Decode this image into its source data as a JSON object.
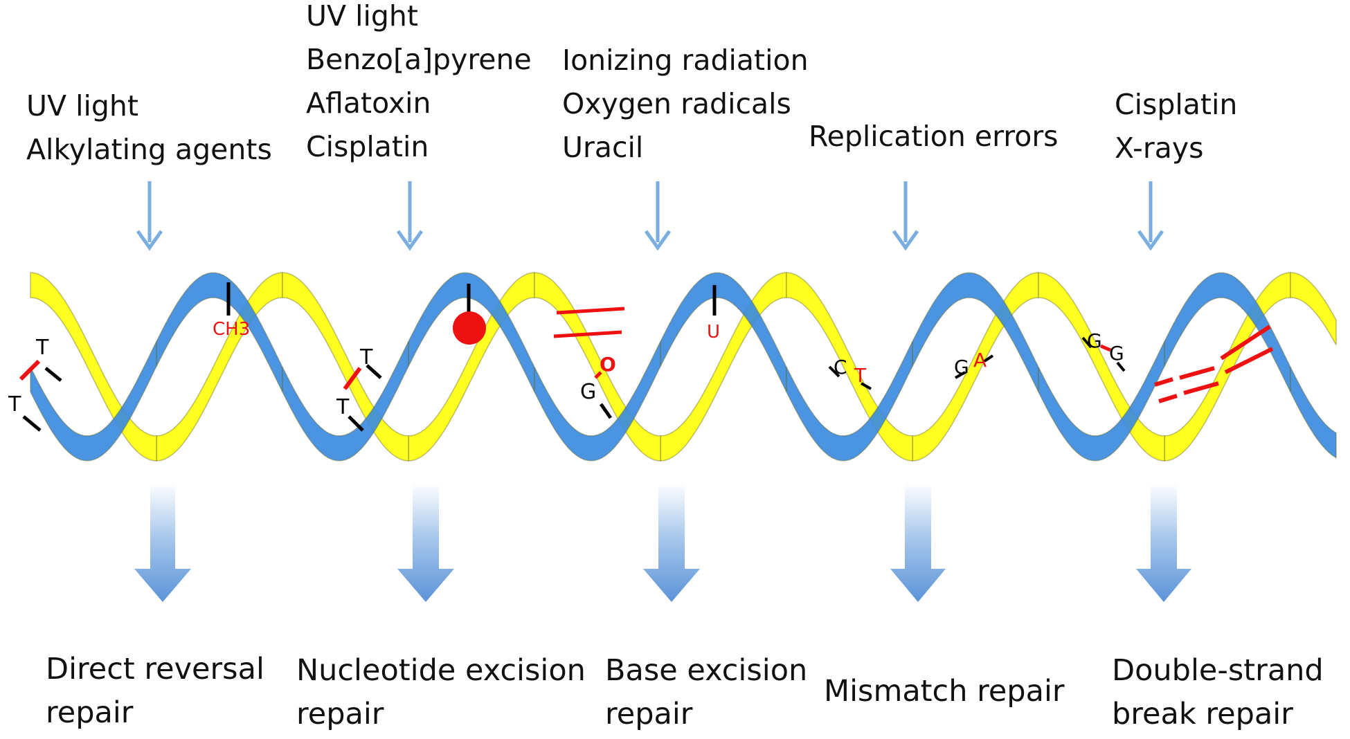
{
  "colors": {
    "strand_a": "#ffff22",
    "strand_b": "#3b8be0",
    "arrow": "#7aaee0",
    "lesion": "#ee1111"
  },
  "pathways": [
    {
      "causes": [
        "UV light",
        "Alkylating agents"
      ],
      "repair": [
        "Direct reversal",
        "repair"
      ]
    },
    {
      "causes": [
        "UV light",
        "Benzo[a]pyrene",
        "Aflatoxin",
        "Cisplatin"
      ],
      "repair": [
        "Nucleotide excision",
        "repair"
      ]
    },
    {
      "causes": [
        "Ionizing radiation",
        "Oxygen radicals",
        "Uracil"
      ],
      "repair": [
        "Base excision",
        "repair"
      ]
    },
    {
      "causes": [
        "Replication errors"
      ],
      "repair": [
        "Mismatch repair"
      ]
    },
    {
      "causes": [
        "Cisplatin",
        "X-rays"
      ],
      "repair": [
        "Double-strand",
        "break repair"
      ]
    }
  ],
  "lesion_labels": {
    "thymine_dimer_1": [
      "T",
      "T"
    ],
    "methyl": "CH3",
    "thymine_dimer_2": [
      "T",
      "T"
    ],
    "oxoguanine": "G",
    "oxo": "O",
    "uracil": "U",
    "mismatch_1": [
      "C",
      "T"
    ],
    "mismatch_2": [
      "G",
      "A"
    ],
    "crosslink": [
      "G",
      "G"
    ]
  }
}
